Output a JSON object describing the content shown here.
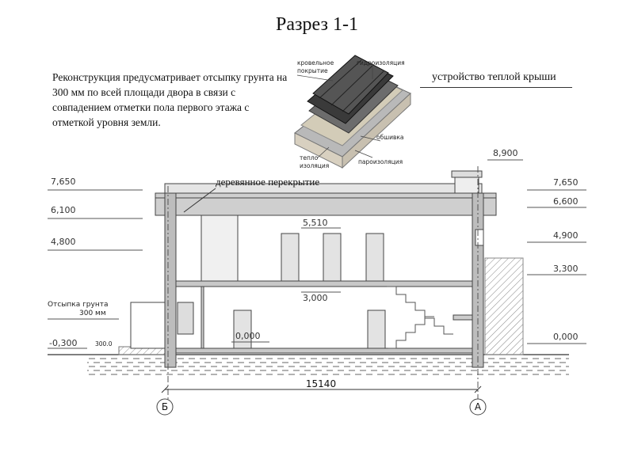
{
  "title": "Разрез 1-1",
  "note": "Реконструкция предусматривает отсыпку грунта на 300 мм по всей площади двора в связи с совпадением отметки пола первого этажа с отметкой уровня земли.",
  "roof_label": "устройство теплой крыши",
  "roof_layers": {
    "roofing": "кровельное покрытие",
    "waterproofing": "гидроизоляция",
    "sheathing": "обшивка",
    "insulation": "тепло изоляция",
    "vapor_barrier": "пароизоляция"
  },
  "floor_label": "деревянное перекрытие",
  "levels_left": [
    "7,650",
    "6,100",
    "4,800",
    "-0,300"
  ],
  "levels_right": [
    "8,900",
    "7,650",
    "6,600",
    "4,900",
    "3,300",
    "0,000"
  ],
  "levels_inner": [
    "5,510",
    "3,000",
    "0,000"
  ],
  "fill_note": {
    "line1": "Отсыпка грунта",
    "line2": "300 мм",
    "value": "300.0"
  },
  "dimension": "15140",
  "axes": [
    "Б",
    "А"
  ]
}
